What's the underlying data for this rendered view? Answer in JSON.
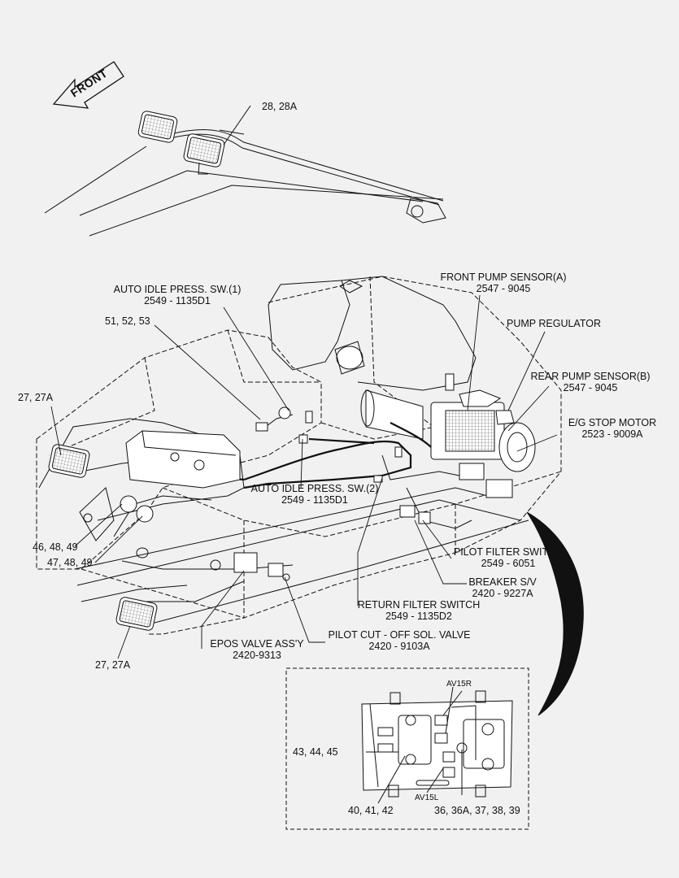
{
  "front": "FRONT",
  "labels": {
    "p28": "28, 28A",
    "auto_idle_1_name": "AUTO IDLE PRESS. SW.(1)",
    "auto_idle_1_code": "2549 - 1135D1",
    "p51": "51, 52, 53",
    "front_pump_name": "FRONT PUMP SENSOR(A)",
    "front_pump_code": "2547 - 9045",
    "pump_regulator": "PUMP REGULATOR",
    "rear_pump_name": "REAR PUMP SENSOR(B)",
    "rear_pump_code": "2547 - 9045",
    "p27_top": "27, 27A",
    "eg_stop_name": "E/G STOP MOTOR",
    "eg_stop_code": "2523 - 9009A",
    "auto_idle_2_name": "AUTO IDLE PRESS. SW.(2)",
    "auto_idle_2_code": "2549 - 1135D1",
    "p46": "46, 48, 49",
    "p47": "47, 48, 49",
    "pilot_filter_name": "PILOT FILTER SWITCH",
    "pilot_filter_code": "2549 - 6051",
    "breaker_name": "BREAKER S/V",
    "breaker_code": "2420 - 9227A",
    "return_filter_name": "RETURN FILTER SWITCH",
    "return_filter_code": "2549 - 1135D2",
    "pilot_cut_name": "PILOT CUT - OFF SOL. VALVE",
    "pilot_cut_code": "2420 - 9103A",
    "epos_name": "EPOS VALVE ASS'Y",
    "epos_code": "2420-9313",
    "p27_bottom": "27, 27A",
    "av15r": "AV15R",
    "av15l": "AV15L",
    "p43": "43, 44, 45",
    "p40": "40, 41, 42",
    "p36": "36, 36A, 37, 38, 39"
  }
}
